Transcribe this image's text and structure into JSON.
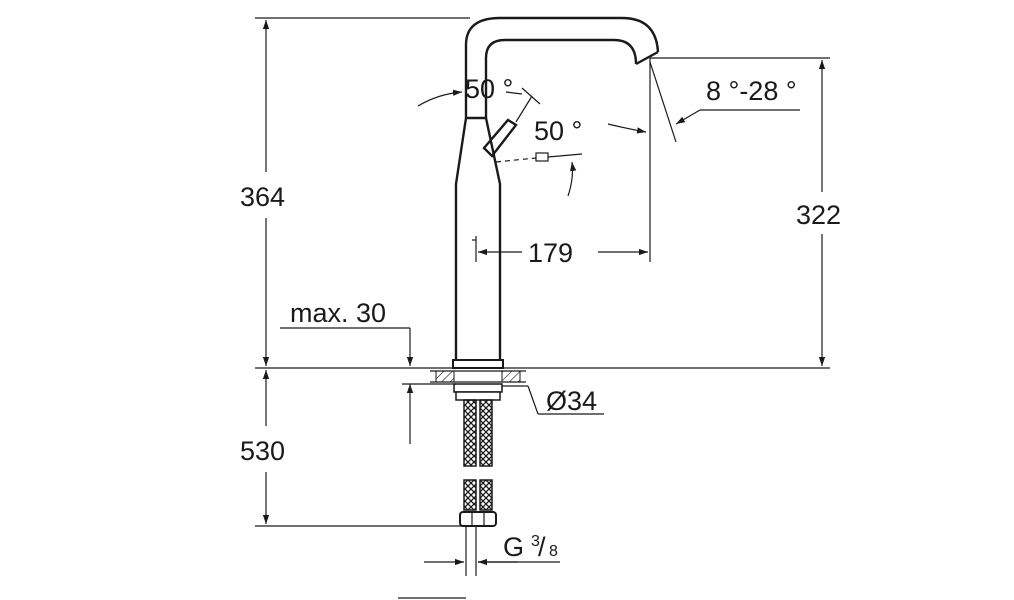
{
  "dimensions": {
    "total_height": "364",
    "spout_height": "322",
    "spout_reach": "179",
    "below_deck_length": "530",
    "max_deck_thickness": "max. 30",
    "mounting_hole": "Ø34",
    "lever_angle_top": "50 °",
    "lever_angle_side": "50 °",
    "spout_swivel": "8 °-28 °",
    "connection_g": "G",
    "connection_num": "3",
    "connection_den": "8"
  }
}
